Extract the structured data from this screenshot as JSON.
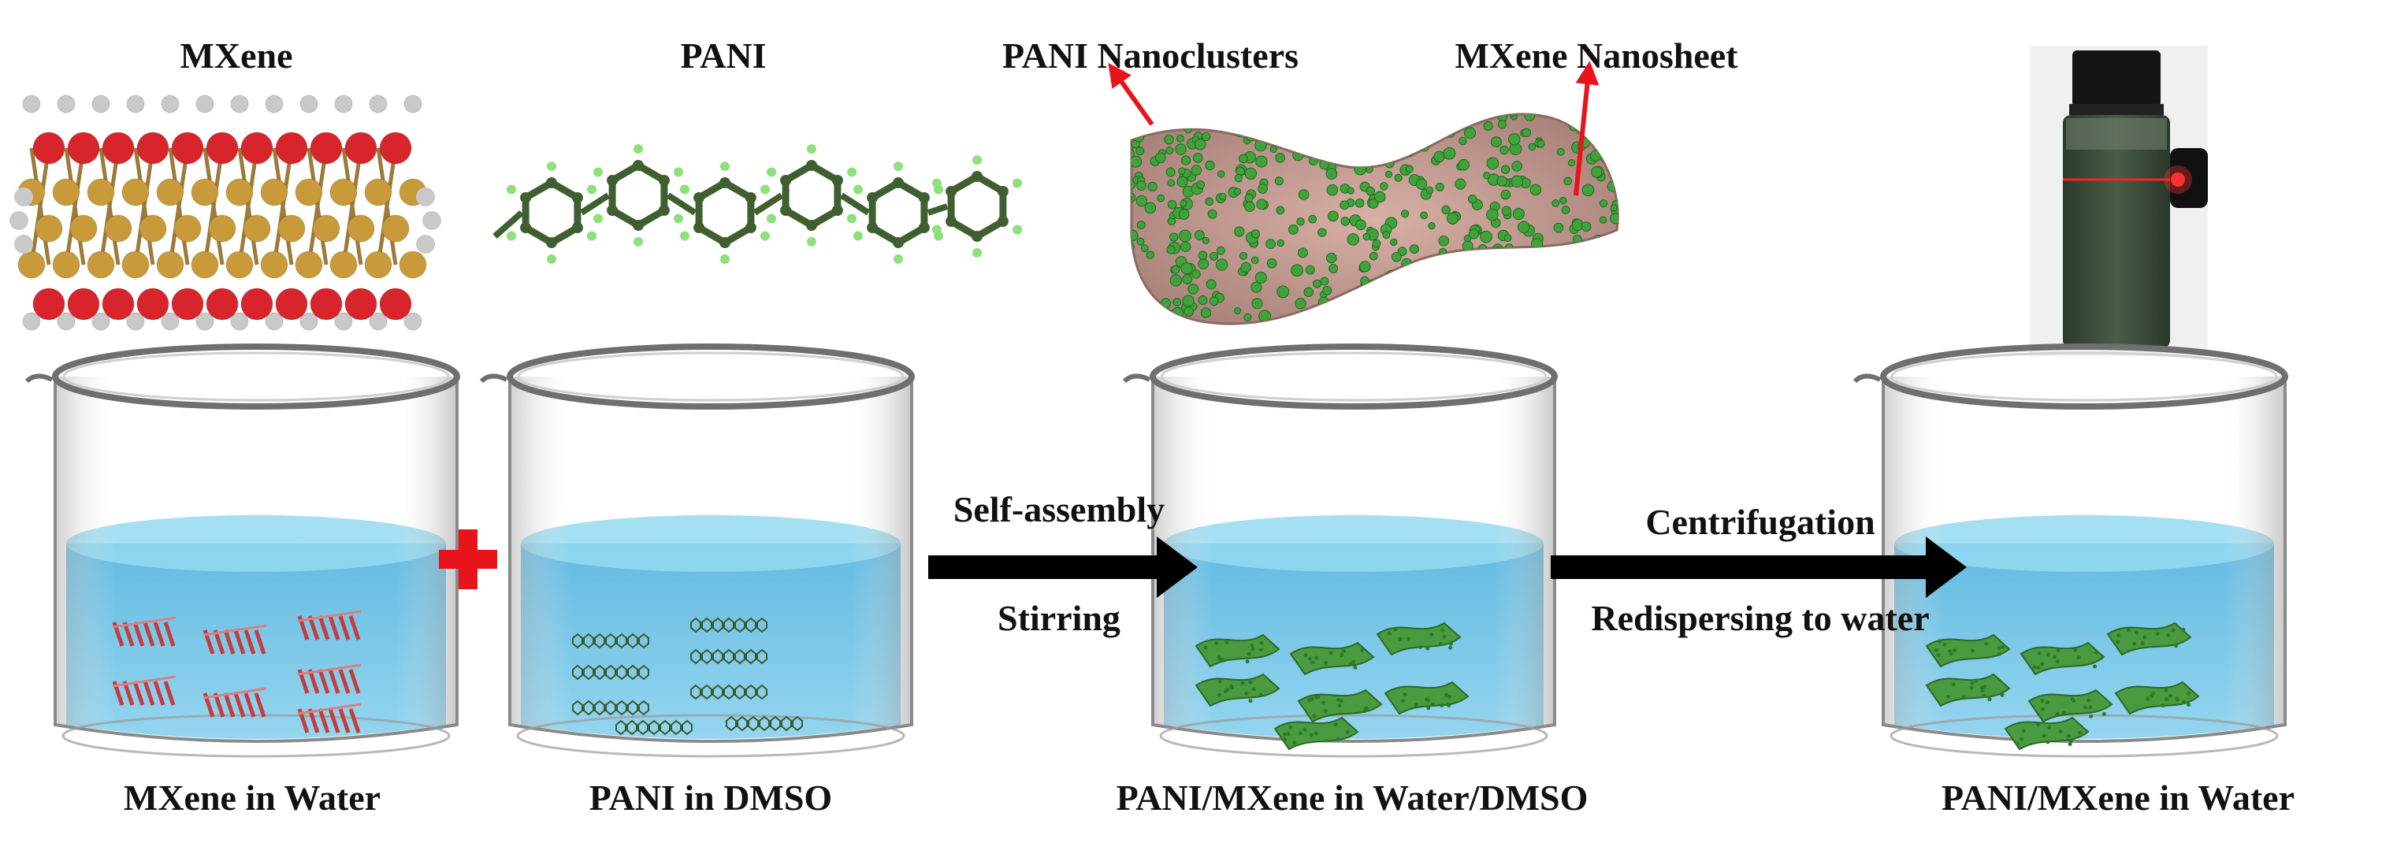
{
  "labels": {
    "mxene_title": "MXene",
    "pani_title": "PANI",
    "pani_nanoclusters": "PANI Nanoclusters",
    "mxene_nanosheet": "MXene Nanosheet",
    "step1_top": "Self-assembly",
    "step1_bottom": "Stirring",
    "step2_top": "Centrifugation",
    "step2_bottom": "Redispersing to water",
    "beaker1": "MXene in Water",
    "beaker2": "PANI in DMSO",
    "beaker3": "PANI/MXene in Water/DMSO",
    "beaker4": "PANI/MXene in Water"
  },
  "colors": {
    "oxygen": "#d8252b",
    "titanium": "#c89a3a",
    "hydrogen": "#c9c9c9",
    "pani_atom": "#3f5f30",
    "pani_h": "#8ee07a",
    "sheet_base": "#c79a92",
    "cluster": "#3fa33a",
    "water": "#6fc3e6",
    "arrow": "#000000",
    "red_arrow": "#e8141c",
    "plus": "#e8141c",
    "laser": "#ff2020"
  },
  "icons": {
    "plus": "plus-icon",
    "arrow_1": "arrow-right-icon",
    "arrow_2": "arrow-right-icon",
    "pointer_1": "arrow-up-icon",
    "pointer_2": "arrow-up-icon"
  }
}
